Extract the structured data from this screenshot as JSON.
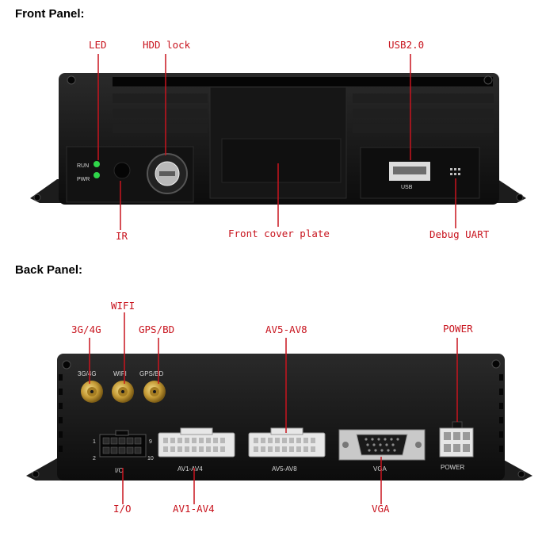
{
  "front": {
    "heading": "Front Panel:",
    "callouts": {
      "led": "LED",
      "hdd_lock": "HDD lock",
      "usb": "USB2.0",
      "ir": "IR",
      "front_cover": "Front cover plate",
      "debug_uart": "Debug UART"
    },
    "silk": {
      "run": "RUN",
      "pwr": "PWR",
      "usb": "USB"
    }
  },
  "back": {
    "heading": "Back Panel:",
    "callouts": {
      "g34": "3G/4G",
      "wifi": "WIFI",
      "gps": "GPS/BD",
      "av58": "AV5-AV8",
      "power": "POWER",
      "io": "I/O",
      "av14": "AV1-AV4",
      "vga": "VGA"
    },
    "silk": {
      "g34": "3G/4G",
      "wifi": "WIFI",
      "gps": "GPS/BD",
      "pin1": "1",
      "pin9": "9",
      "pin2": "2",
      "pin10": "10",
      "io": "I/O",
      "av14": "AV1-AV4",
      "av58": "AV5-AV8",
      "vga": "VGA",
      "power": "POWER"
    }
  },
  "colors": {
    "callout": "#c8141e",
    "body": "#151515"
  }
}
